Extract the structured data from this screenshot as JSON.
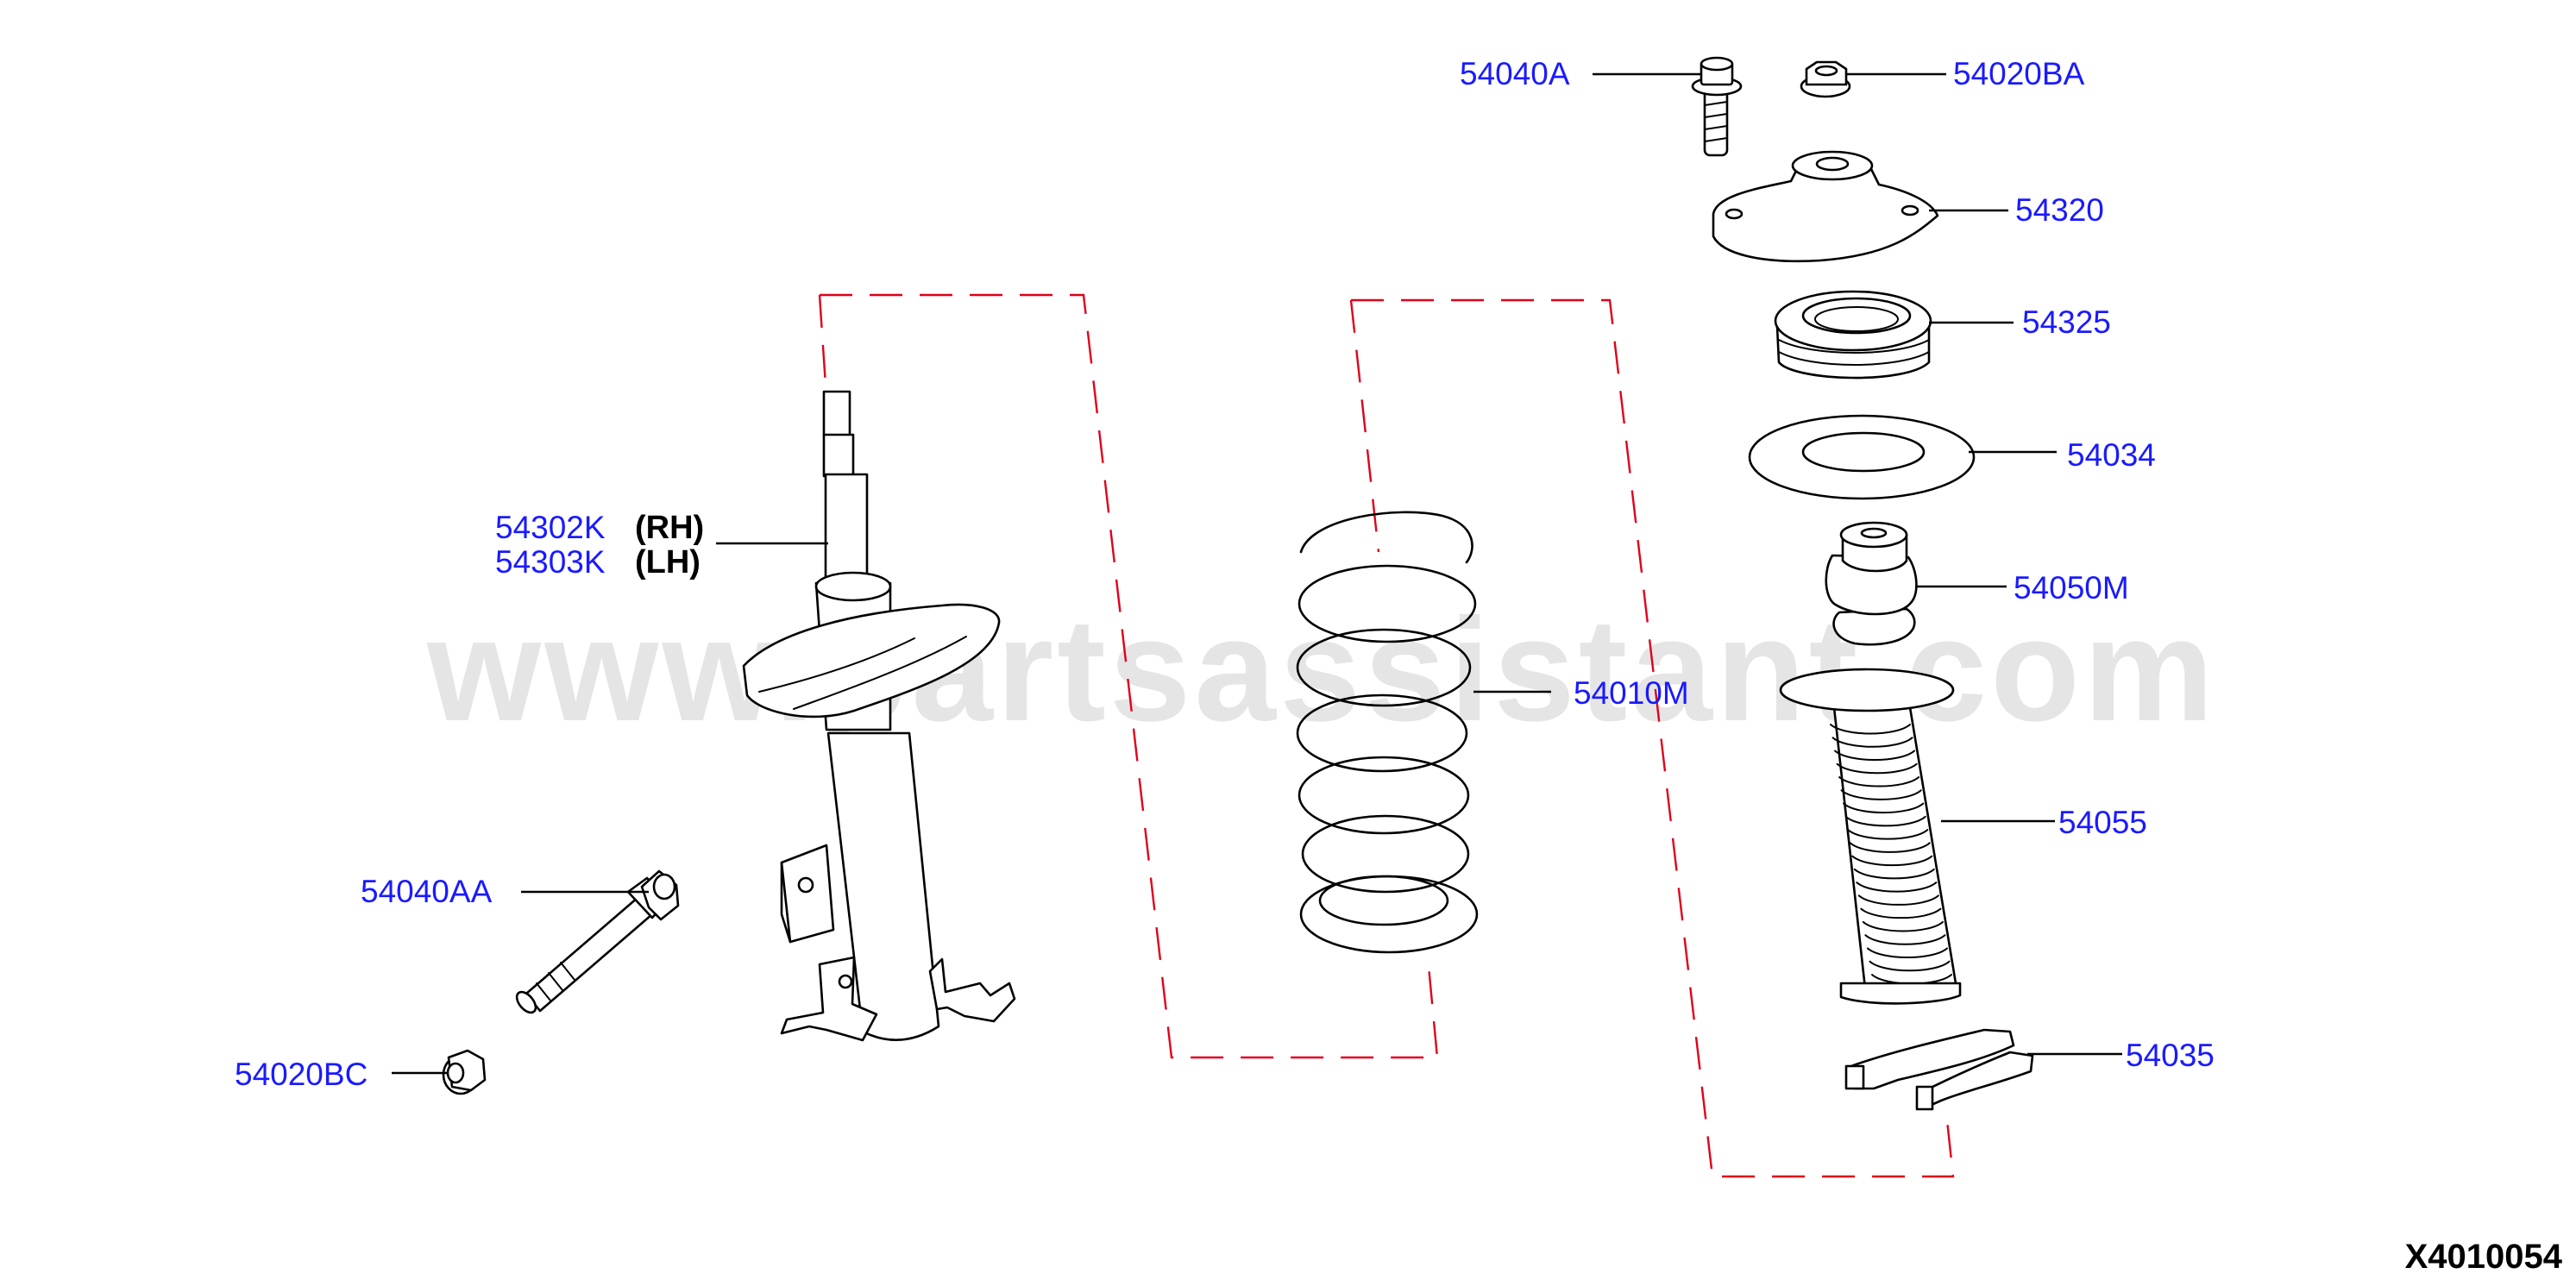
{
  "watermark": "www.partsassistant.com",
  "diagram_code": "X4010054",
  "colors": {
    "callout_text": "#1a1aff",
    "leader": "#000000",
    "dash_line": "#e0001b",
    "watermark": "#cfcfcf"
  },
  "callouts": {
    "bolt_top": "54040A",
    "nut_top": "54020BA",
    "mount": "54320",
    "bearing": "54325",
    "seat": "54034",
    "bump_stop": "54050M",
    "boot": "54055",
    "clip": "54035",
    "spring": "54010M",
    "strut_rh": "54302K",
    "strut_rh_side": "(RH)",
    "strut_lh": "54303K",
    "strut_lh_side": "(LH)",
    "bolt_lower": "54040AA",
    "nut_lower": "54020BC"
  }
}
